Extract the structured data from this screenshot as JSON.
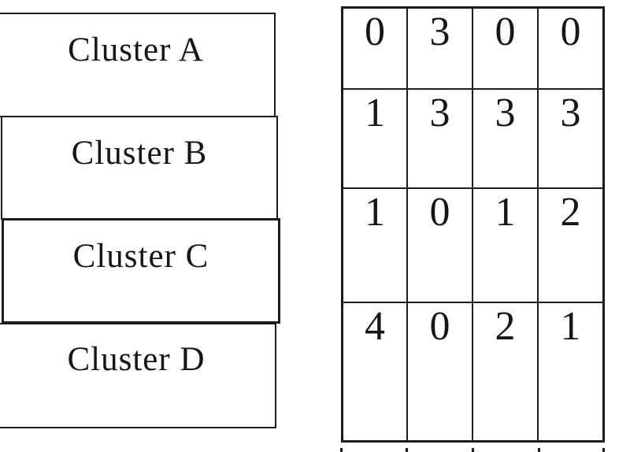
{
  "clusters": [
    {
      "id": "A",
      "label": "Cluster A"
    },
    {
      "id": "B",
      "label": "Cluster B"
    },
    {
      "id": "C",
      "label": "Cluster C"
    },
    {
      "id": "D",
      "label": "Cluster D"
    }
  ],
  "matrix": {
    "rows": [
      [
        "0",
        "3",
        "0",
        "0"
      ],
      [
        "1",
        "3",
        "3",
        "3"
      ],
      [
        "1",
        "0",
        "1",
        "2"
      ],
      [
        "4",
        "0",
        "2",
        "1"
      ]
    ]
  },
  "colors": {
    "line": "#1b1b1b",
    "background": "#ffffff",
    "text": "#161616"
  }
}
